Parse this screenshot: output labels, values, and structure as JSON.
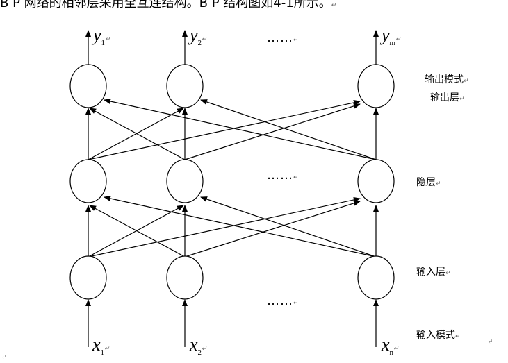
{
  "header_text": "B P 网络的相邻层采用全互连结构。B P 结构图如4-1所示。",
  "return_mark": "↵",
  "labels": {
    "output_mode": "输出模式",
    "output_layer": "输出层",
    "hidden_layer": "隐层",
    "input_layer": "输入层",
    "input_mode": "输入模式"
  },
  "outputs": [
    {
      "symbol": "y",
      "subscript": "1"
    },
    {
      "symbol": "y",
      "subscript": "2"
    },
    {
      "symbol": "y",
      "subscript": "m"
    }
  ],
  "inputs": [
    {
      "symbol": "x",
      "subscript": "1"
    },
    {
      "symbol": "x",
      "subscript": "2"
    },
    {
      "symbol": "x",
      "subscript": "n"
    }
  ],
  "ellipsis": "……"
}
